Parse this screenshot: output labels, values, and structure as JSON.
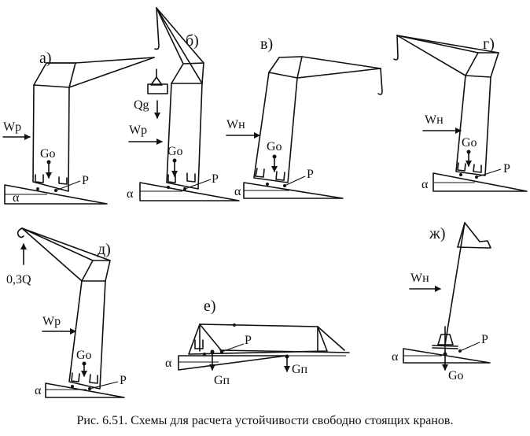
{
  "caption": "Рис. 6.51. Схемы для расчета устойчивости свободно стоящих кранов.",
  "panels": {
    "a": {
      "label": "а)",
      "wind": "Wp",
      "weight": "Go",
      "pivot": "P",
      "angle": "α"
    },
    "b": {
      "label": "б)",
      "wind": "Wp",
      "weight": "Go",
      "pivot": "P",
      "angle": "α",
      "load": "Qg"
    },
    "v": {
      "label": "в)",
      "wind": "Wн",
      "weight": "Go",
      "pivot": "P",
      "angle": "α"
    },
    "g": {
      "label": "г)",
      "wind": "Wн",
      "weight": "Go",
      "pivot": "P",
      "angle": "α"
    },
    "d": {
      "label": "д)",
      "wind": "Wp",
      "weight": "Go",
      "pivot": "P",
      "angle": "α",
      "load": "0,3Q"
    },
    "e": {
      "label": "е)",
      "weight1": "Gп",
      "weight2": "Gп",
      "pivot": "P",
      "angle": "α"
    },
    "zh": {
      "label": "ж)",
      "wind": "Wн",
      "weight": "Go",
      "pivot": "P",
      "angle": "α"
    }
  }
}
